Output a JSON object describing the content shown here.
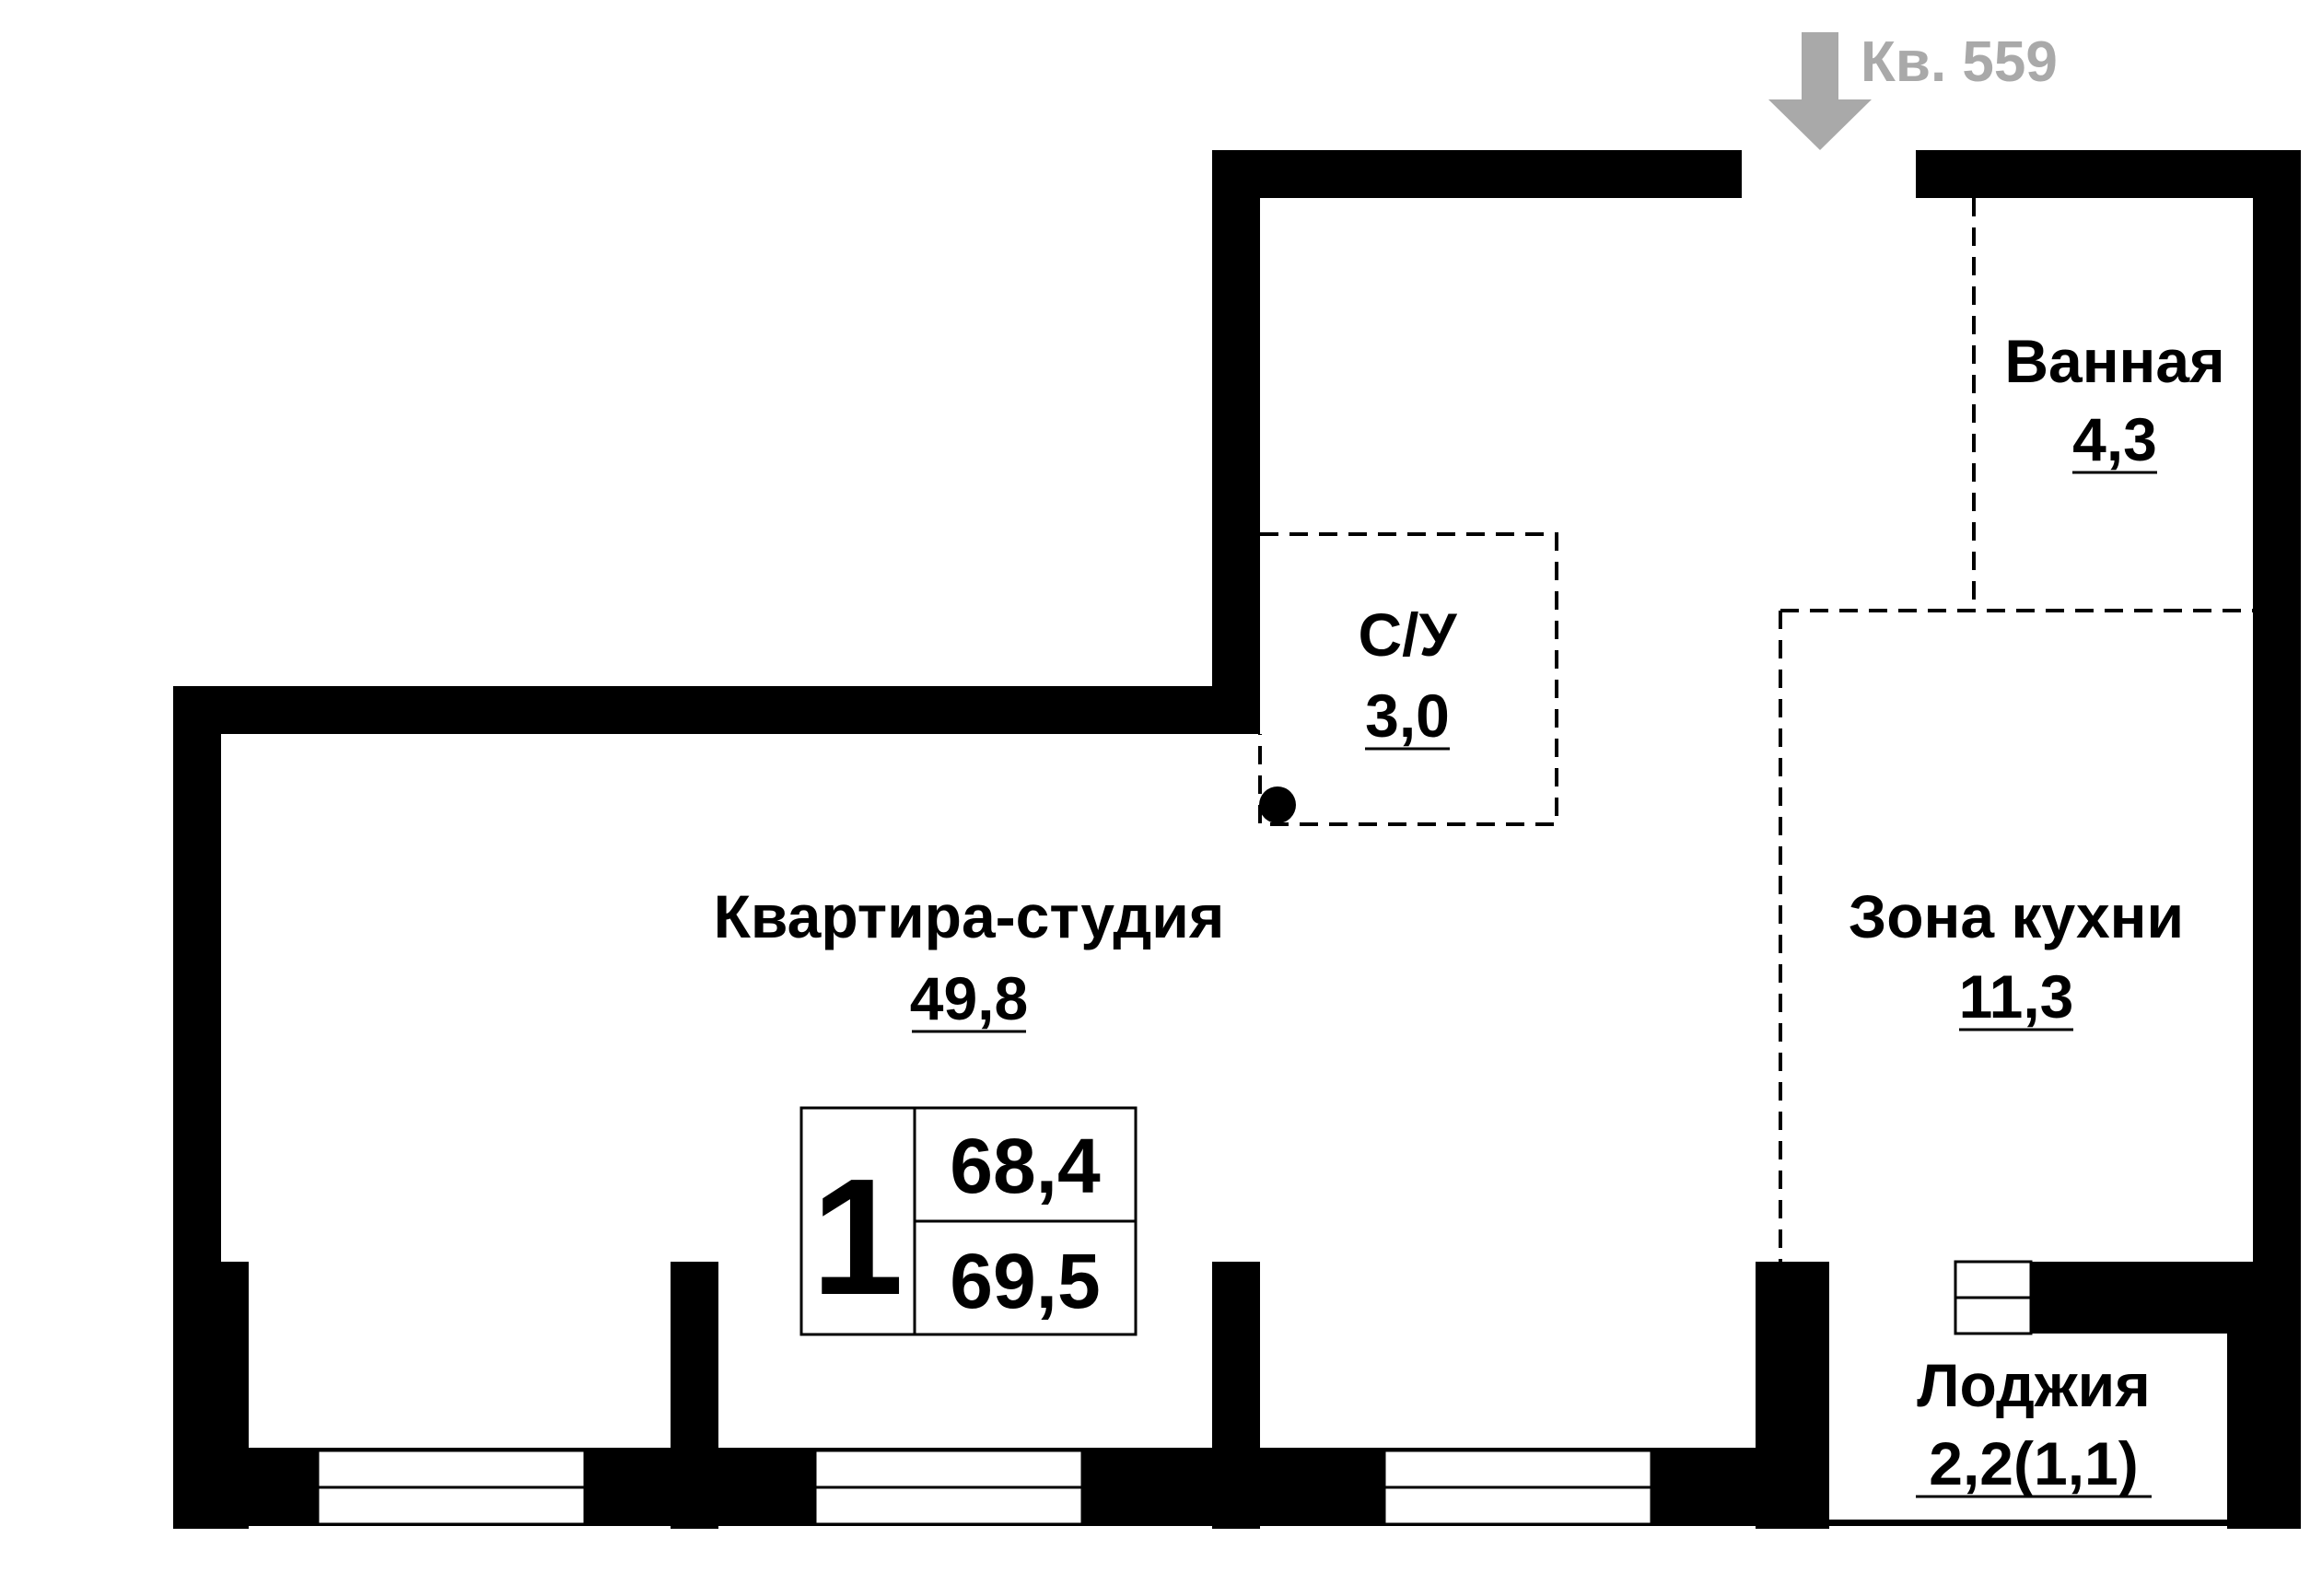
{
  "entrance": {
    "label": "Кв. 559"
  },
  "rooms": [
    {
      "id": "studio",
      "name": "Квартира-студия",
      "area": "49,8"
    },
    {
      "id": "wc",
      "name": "С/У",
      "area": "3,0"
    },
    {
      "id": "bath",
      "name": "Ванная",
      "area": "4,3"
    },
    {
      "id": "kitchen",
      "name": "Зона кухни",
      "area": "11,3"
    },
    {
      "id": "loggia",
      "name": "Лоджия",
      "area": "2,2(1,1)"
    }
  ],
  "summary": {
    "rooms_count": "1",
    "area_total": "68,4",
    "area_with_loggia": "69,5"
  },
  "colors": {
    "wall": "#000000",
    "entrance_arrow": "#a9a9a9",
    "background": "#ffffff"
  }
}
